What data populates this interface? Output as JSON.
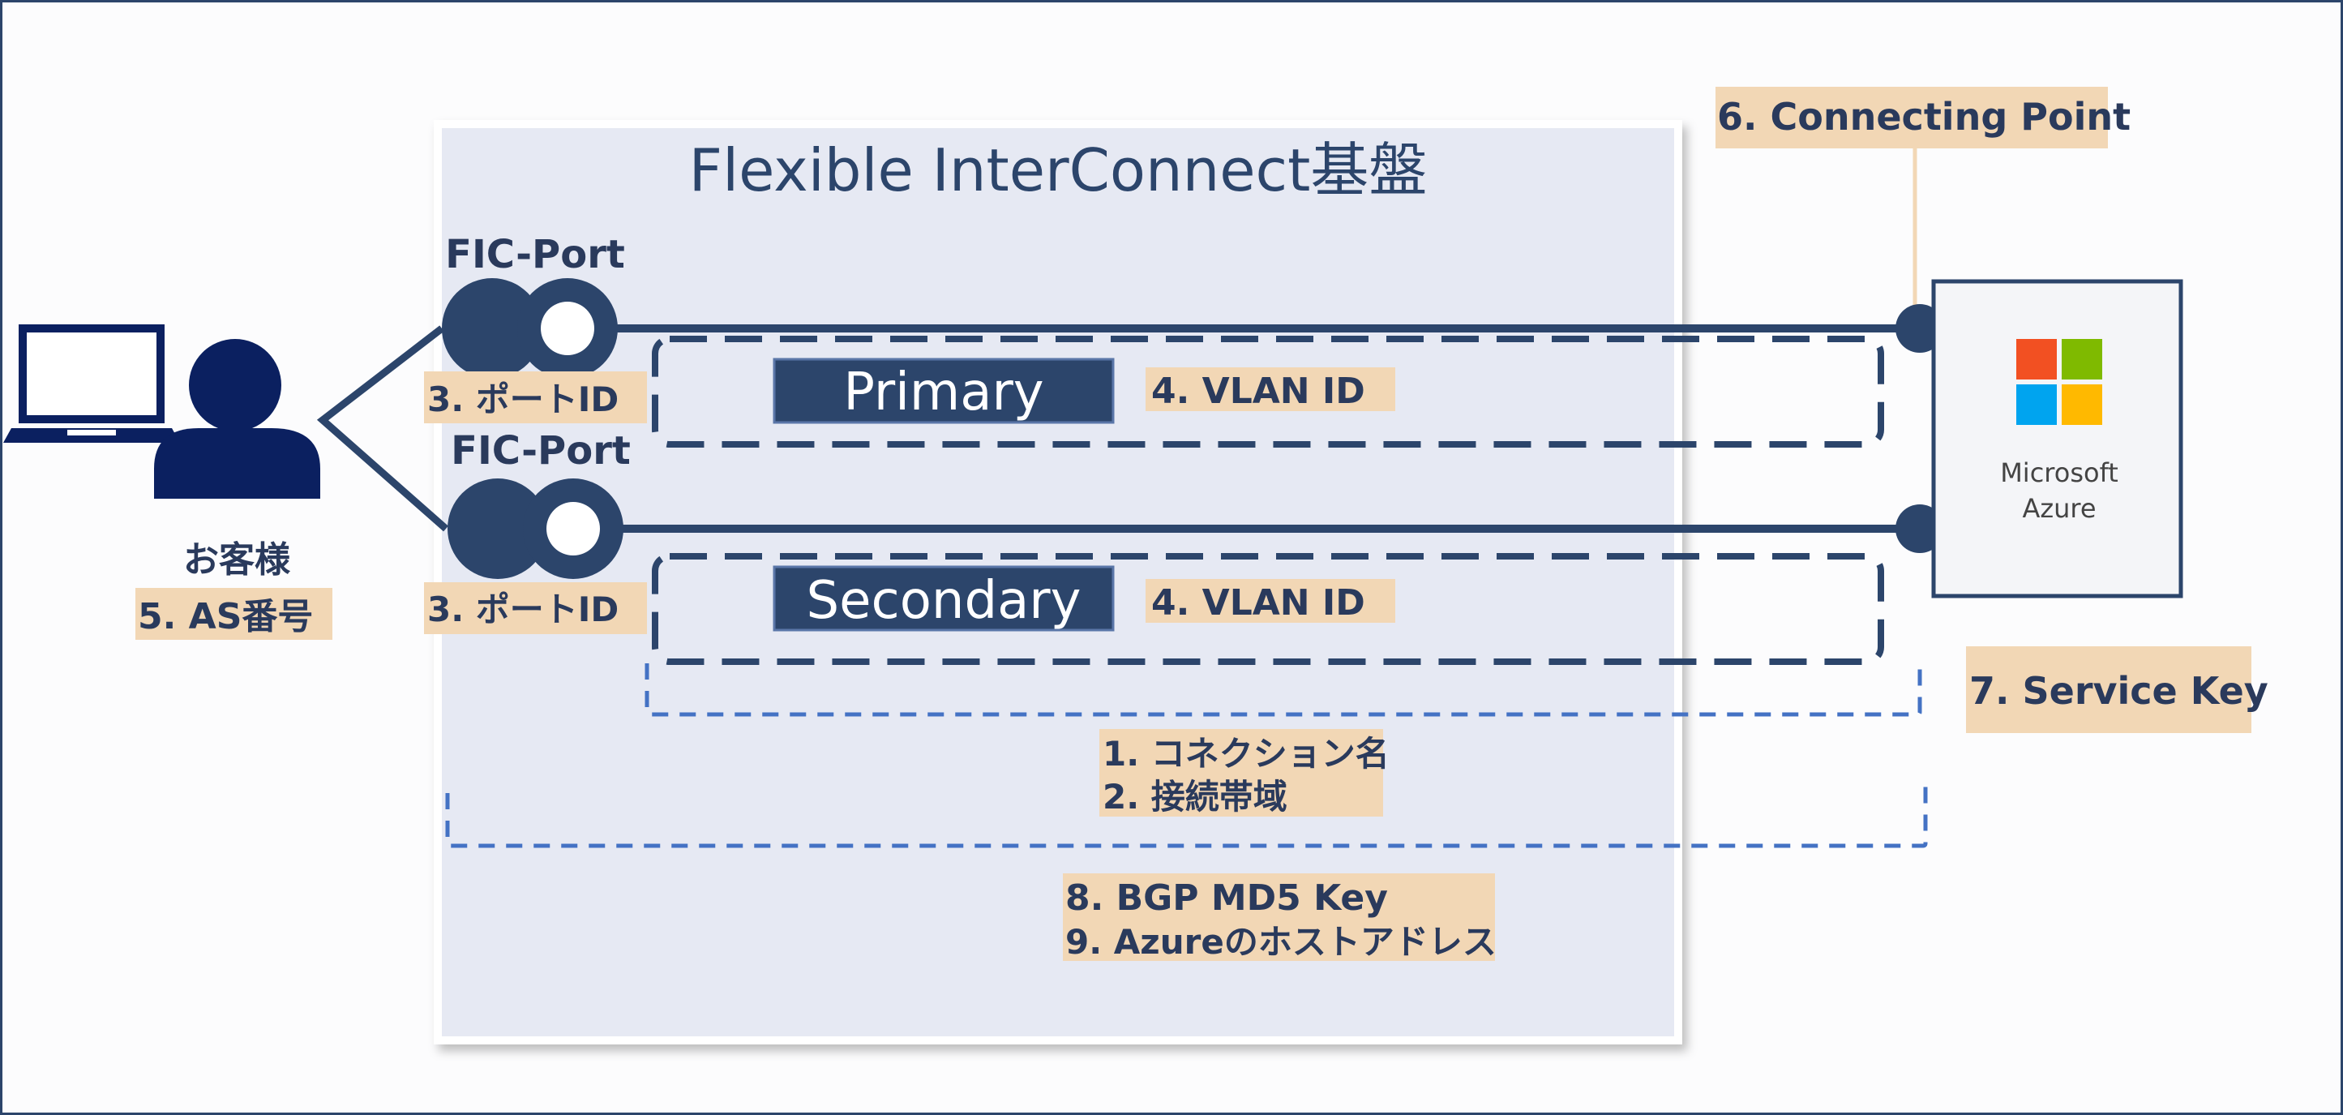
{
  "diagram": {
    "platform_title": "Flexible InterConnect基盤",
    "customer": {
      "name": "お客様",
      "as_label": "5. AS番号"
    },
    "ports": {
      "primary_label": "FIC-Port",
      "secondary_label": "FIC-Port",
      "primary_port_id": "3. ポートID",
      "secondary_port_id": "3. ポートID"
    },
    "connections": {
      "primary": "Primary",
      "secondary": "Secondary",
      "primary_vlan": "4. VLAN ID",
      "secondary_vlan": "4. VLAN ID"
    },
    "annotations": {
      "connecting_point": "6. Connecting Point",
      "service_key": "7. Service Key",
      "connection_name": "1. コネクション名",
      "bandwidth": "2. 接続帯域",
      "bgp_md5": "8. BGP MD5 Key",
      "azure_host": "9. Azureのホストアドレス"
    },
    "azure": {
      "line1": "Microsoft",
      "line2": "Azure"
    },
    "colors": {
      "navy": "#2c456b",
      "label_bg": "#f2d7b5",
      "panel_bg": "#e6e9f3",
      "dashed_blue": "#4472c4",
      "person": "#0b2060"
    }
  }
}
